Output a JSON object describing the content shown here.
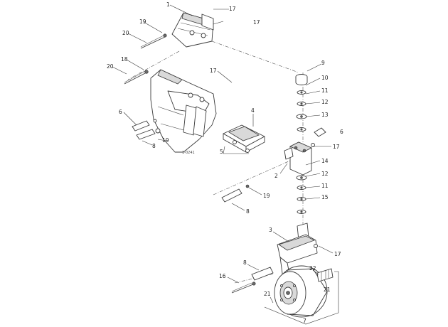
{
  "diagram": {
    "callouts": [
      {
        "id": "c-1a",
        "text": "1"
      },
      {
        "id": "c-17a",
        "text": "17"
      },
      {
        "id": "c-17b",
        "text": "17"
      },
      {
        "id": "c-19a",
        "text": "19"
      },
      {
        "id": "c-20a",
        "text": "20"
      },
      {
        "id": "c-18a",
        "text": "18"
      },
      {
        "id": "c-20b",
        "text": "20"
      },
      {
        "id": "c-17c",
        "text": "17"
      },
      {
        "id": "c-9",
        "text": "9"
      },
      {
        "id": "c-10",
        "text": "10"
      },
      {
        "id": "c-11a",
        "text": "11"
      },
      {
        "id": "c-12a",
        "text": "12"
      },
      {
        "id": "c-13",
        "text": "13"
      },
      {
        "id": "c-4",
        "text": "4"
      },
      {
        "id": "c-6a",
        "text": "6"
      },
      {
        "id": "c-8a",
        "text": "8"
      },
      {
        "id": "c-19b",
        "text": "19"
      },
      {
        "id": "c-6b",
        "text": "6"
      },
      {
        "id": "c-17d",
        "text": "17"
      },
      {
        "id": "c-5",
        "text": "5"
      },
      {
        "id": "c-2",
        "text": "2"
      },
      {
        "id": "c-14",
        "text": "14"
      },
      {
        "id": "c-12b",
        "text": "12"
      },
      {
        "id": "c-11b",
        "text": "11"
      },
      {
        "id": "c-15",
        "text": "15"
      },
      {
        "id": "c-19c",
        "text": "19"
      },
      {
        "id": "c-8b",
        "text": "8"
      },
      {
        "id": "c-3",
        "text": "3"
      },
      {
        "id": "c-17e",
        "text": "17"
      },
      {
        "id": "c-8c",
        "text": "8"
      },
      {
        "id": "c-22",
        "text": "22"
      },
      {
        "id": "c-16",
        "text": "16"
      },
      {
        "id": "c-21a",
        "text": "21"
      },
      {
        "id": "c-21b",
        "text": "21"
      },
      {
        "id": "c-7",
        "text": "7"
      }
    ],
    "part_code": "1-0241"
  }
}
